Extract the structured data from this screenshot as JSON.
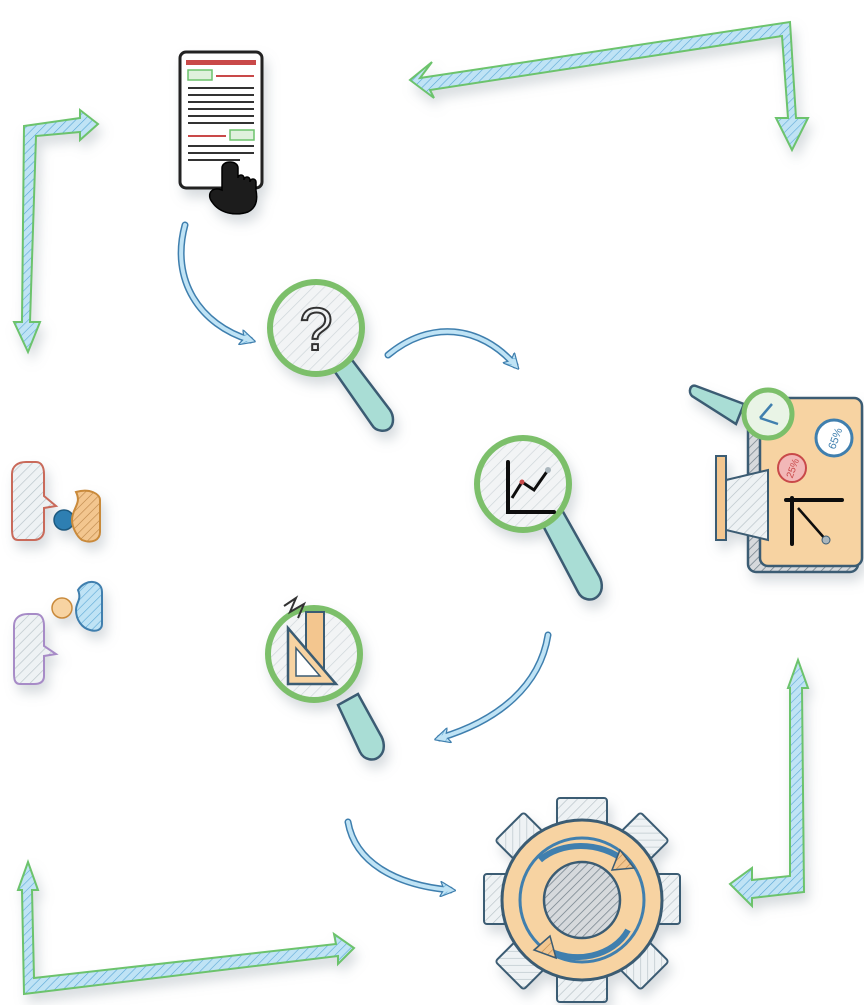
{
  "diagram": {
    "steps": [
      {
        "id": "document",
        "icon": "document-with-pointer-icon"
      },
      {
        "id": "question",
        "icon": "magnifier-question-icon"
      },
      {
        "id": "analysis",
        "icon": "magnifier-chart-icon"
      },
      {
        "id": "measure",
        "icon": "magnifier-ruler-icon"
      },
      {
        "id": "process",
        "icon": "gear-cycle-icon"
      },
      {
        "id": "dashboard",
        "icon": "dashboard-report-icon"
      },
      {
        "id": "discussion",
        "icon": "people-conversation-icon"
      }
    ],
    "dashboard": {
      "gauge_top": "65%",
      "gauge_bottom": "25%"
    },
    "colors": {
      "arrow_blue": "#8ec9ea",
      "arrow_green": "#6cc36c",
      "lens_green": "#7bbf6a",
      "handle_teal": "#8fd3c8",
      "gear_orange": "#f7d3a2",
      "outline_dark": "#3b5b73",
      "doc_red": "#c94a4a"
    }
  }
}
